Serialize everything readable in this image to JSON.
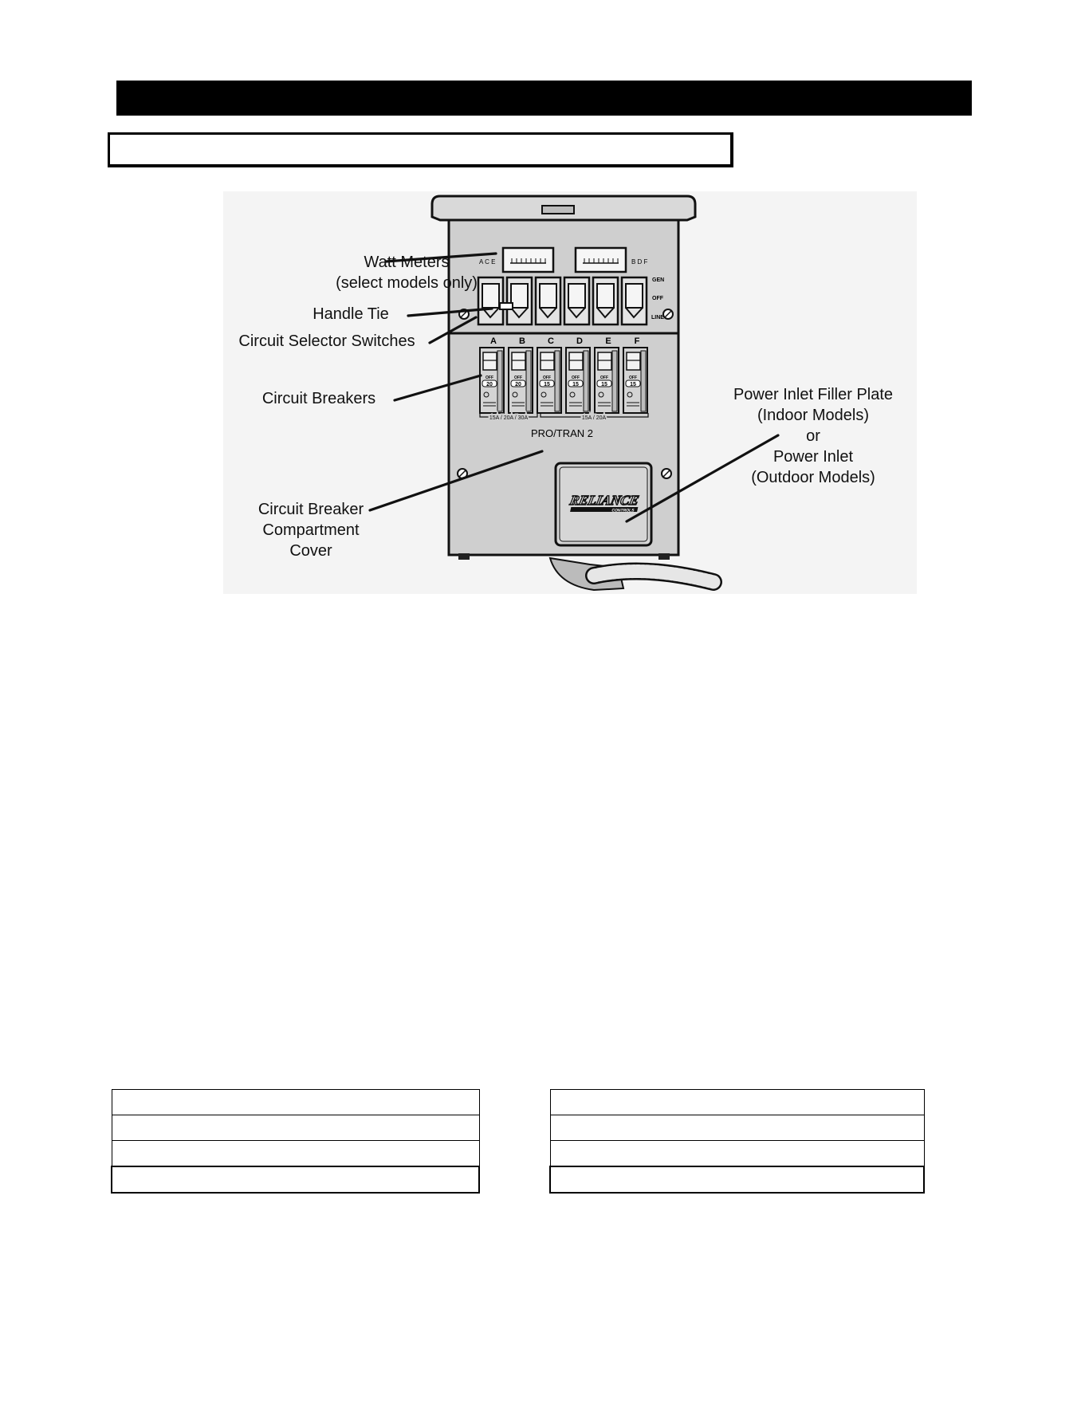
{
  "panel": {
    "meter_left_label": "A C E",
    "meter_right_label": "B D F",
    "switch_positions": [
      "GEN",
      "OFF",
      "LINE"
    ],
    "circuit_letters": [
      "A",
      "B",
      "C",
      "D",
      "E",
      "F"
    ],
    "breaker_ratings": [
      "20",
      "20",
      "15",
      "15",
      "15",
      "15"
    ],
    "breaker_off_text": "OFF",
    "bracket_left": "15A / 20A / 30A",
    "bracket_right": "15A / 20A",
    "brand_model": "PRO/TRAN 2",
    "logo_text": "RELIANCE",
    "logo_subtext": "CONTROLS"
  },
  "callouts": {
    "watt_meters_line1": "Watt Meters",
    "watt_meters_line2": "(select models only)",
    "handle_tie": "Handle Tie",
    "selector_switches": "Circuit Selector Switches",
    "circuit_breakers": "Circuit Breakers",
    "inlet_line1": "Power Inlet Filler Plate",
    "inlet_line2": "(Indoor Models)",
    "inlet_line3": "or",
    "inlet_line4": "Power Inlet",
    "inlet_line5": "(Outdoor Models)",
    "cover_line1": "Circuit Breaker",
    "cover_line2": "Compartment",
    "cover_line3": "Cover"
  },
  "tables": {
    "left_rows": 4,
    "right_rows": 4
  }
}
